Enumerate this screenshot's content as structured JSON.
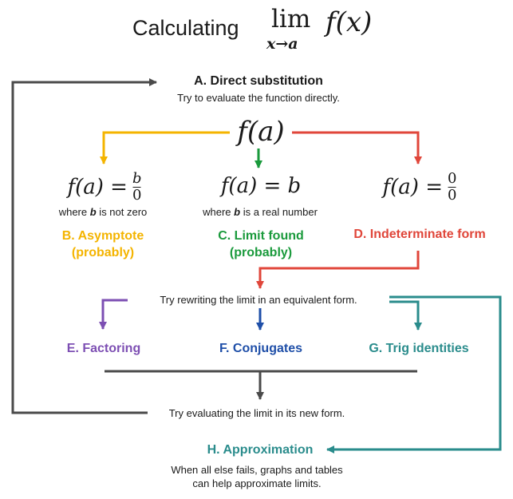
{
  "title": {
    "prefix": "Calculating",
    "lim": "lim",
    "sub_var": "x",
    "sub_arrow": "→",
    "sub_target": "a",
    "expr": "f(x)"
  },
  "direct": {
    "heading": "A. Direct substitution",
    "desc": "Try to evaluate the function directly."
  },
  "fa_node": "f(a)",
  "branch_b": {
    "lhs": "f(a) =",
    "num": "b",
    "den": "0",
    "note_pre": "where ",
    "note_var": "b",
    "note_post": " is not zero",
    "heading_1": "B. Asymptote",
    "heading_2": "(probably)"
  },
  "branch_c": {
    "lhs": "f(a) = b",
    "note_pre": "where ",
    "note_var": "b",
    "note_post": " is a real number",
    "heading_1": "C. Limit found",
    "heading_2": "(probably)"
  },
  "branch_d": {
    "lhs": "f(a) =",
    "num": "0",
    "den": "0",
    "heading": "D. Indeterminate form"
  },
  "rewrite": "Try rewriting the limit in an equivalent form.",
  "methods": {
    "e": "E. Factoring",
    "f": "F. Conjugates",
    "g": "G. Trig identities"
  },
  "evaluate": "Try evaluating the limit in its new form.",
  "approx": {
    "heading": "H. Approximation",
    "line1": "When all else fails, graphs and tables",
    "line2": "can help approximate limits."
  },
  "colors": {
    "text": "#1a1a1a",
    "gray": "#4a4a4a",
    "yellow": "#f4b400",
    "green": "#1a9a3c",
    "red": "#e0463a",
    "purple": "#7d4fb3",
    "blue": "#1f4fa8",
    "teal": "#2a8c8c"
  }
}
